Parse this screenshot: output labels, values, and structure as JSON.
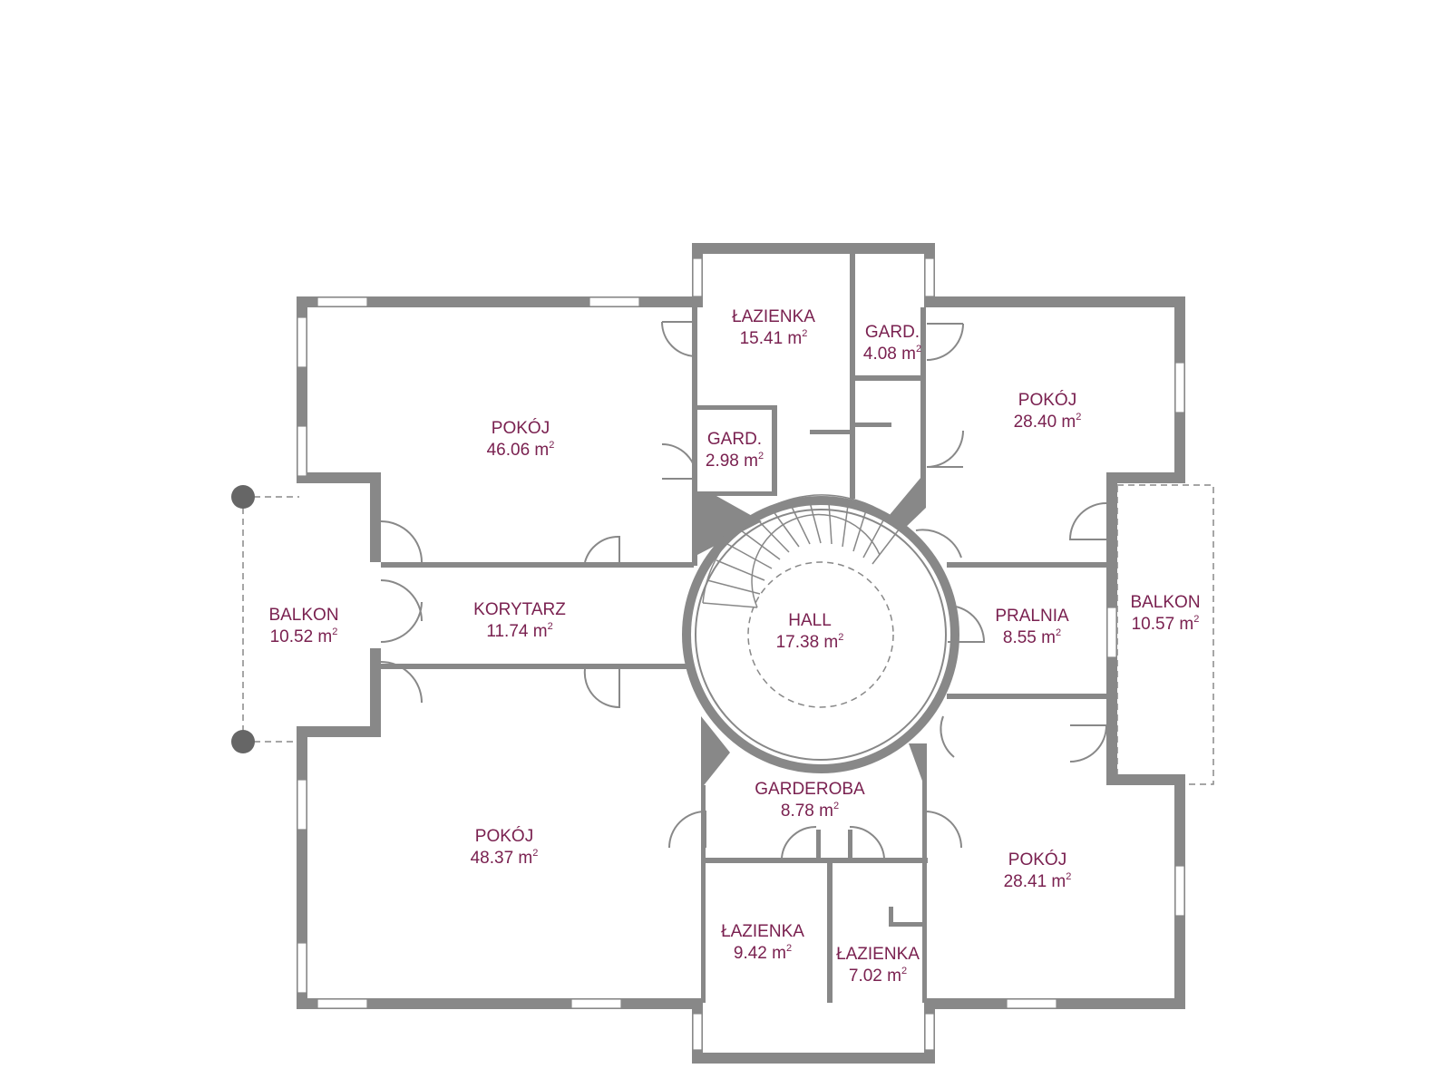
{
  "rooms": [
    {
      "id": "pokoj-nw",
      "name": "POKÓJ",
      "area": "46.06 m",
      "unit_sup": "2"
    },
    {
      "id": "lazienka-n",
      "name": "ŁAZIENKA",
      "area": "15.41 m",
      "unit_sup": "2"
    },
    {
      "id": "gard-ne",
      "name": "GARD.",
      "area": "4.08 m",
      "unit_sup": "2"
    },
    {
      "id": "pokoj-ne",
      "name": "POKÓJ",
      "area": "28.40 m",
      "unit_sup": "2"
    },
    {
      "id": "gard-n",
      "name": "GARD.",
      "area": "2.98 m",
      "unit_sup": "2"
    },
    {
      "id": "balkon-w",
      "name": "BALKON",
      "area": "10.52 m",
      "unit_sup": "2"
    },
    {
      "id": "korytarz",
      "name": "KORYTARZ",
      "area": "11.74 m",
      "unit_sup": "2"
    },
    {
      "id": "hall",
      "name": "HALL",
      "area": "17.38 m",
      "unit_sup": "2"
    },
    {
      "id": "pralnia",
      "name": "PRALNIA",
      "area": "8.55 m",
      "unit_sup": "2"
    },
    {
      "id": "balkon-e",
      "name": "BALKON",
      "area": "10.57 m",
      "unit_sup": "2"
    },
    {
      "id": "pokoj-sw",
      "name": "POKÓJ",
      "area": "48.37 m",
      "unit_sup": "2"
    },
    {
      "id": "garderoba",
      "name": "GARDEROBA",
      "area": "8.78 m",
      "unit_sup": "2"
    },
    {
      "id": "pokoj-se",
      "name": "POKÓJ",
      "area": "28.41 m",
      "unit_sup": "2"
    },
    {
      "id": "lazienka-s1",
      "name": "ŁAZIENKA",
      "area": "9.42 m",
      "unit_sup": "2"
    },
    {
      "id": "lazienka-s2",
      "name": "ŁAZIENKA",
      "area": "7.02 m",
      "unit_sup": "2"
    }
  ],
  "colors": {
    "wall": "#888888",
    "label": "#7a2150",
    "background": "#ffffff"
  }
}
